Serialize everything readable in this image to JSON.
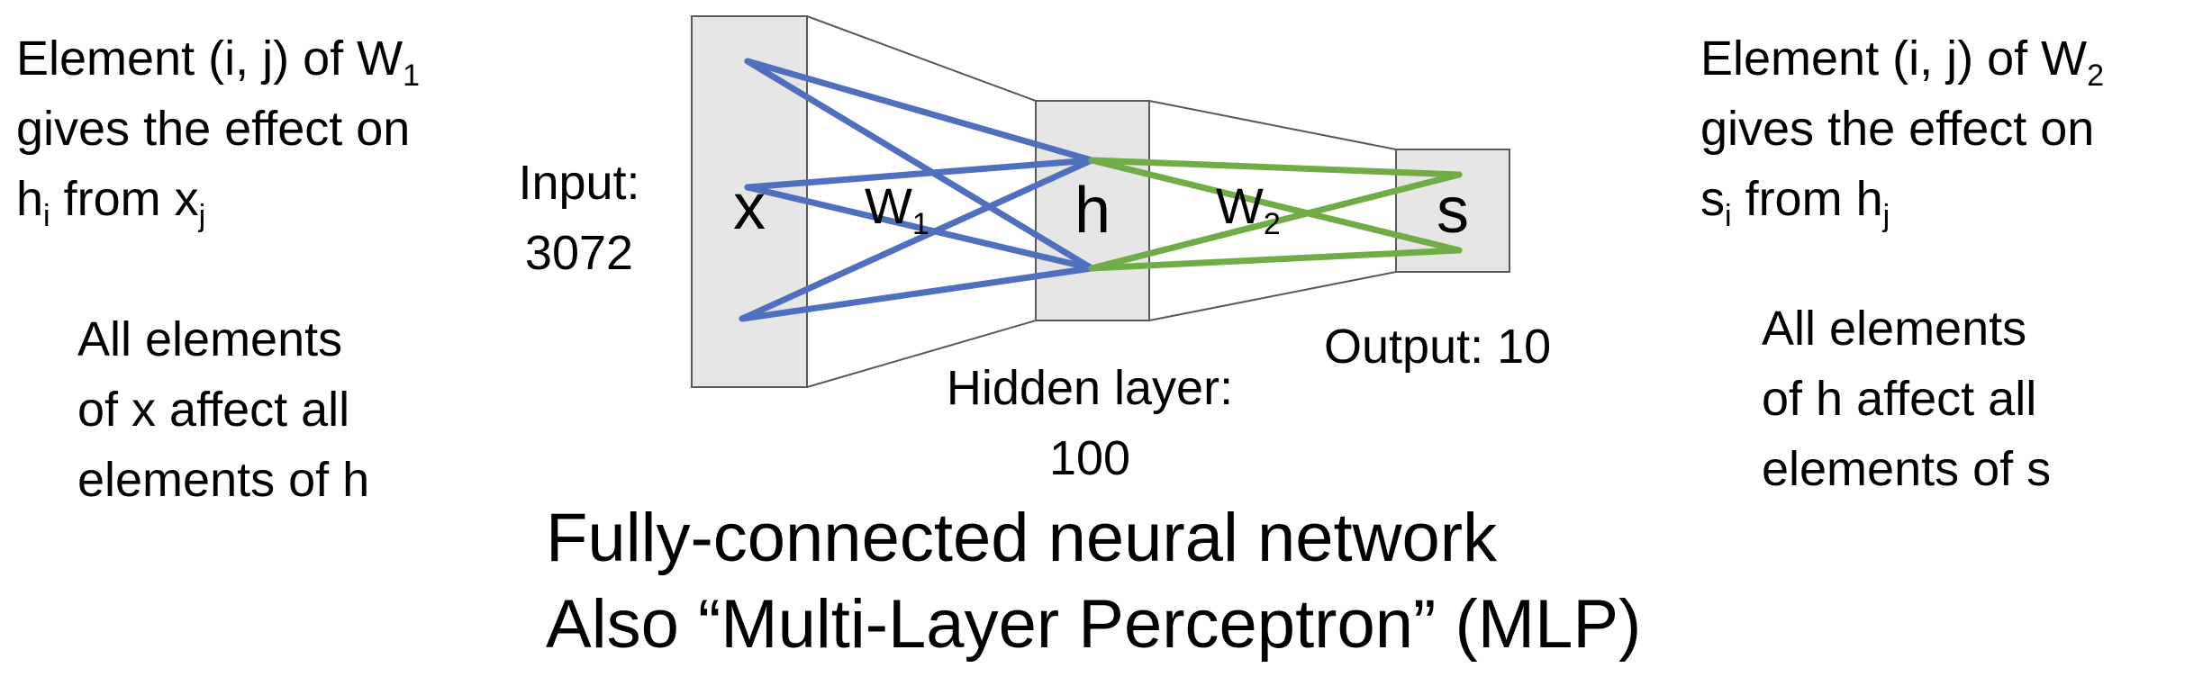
{
  "left_note": {
    "line1": "Element (i, j) of W",
    "line1_sub": "1",
    "line2": "gives the effect on",
    "line3_a": "h",
    "line3_a_sub": "i",
    "line3_b": " from x",
    "line3_b_sub": "j"
  },
  "left_note2": {
    "line1": "All elements",
    "line2": "of x affect all",
    "line3": "elements of h"
  },
  "right_note": {
    "line1": "Element (i, j) of W",
    "line1_sub": "2",
    "line2": "gives the effect on",
    "line3_a": "s",
    "line3_a_sub": "i",
    "line3_b": " from h",
    "line3_b_sub": "j"
  },
  "right_note2": {
    "line1": "All elements",
    "line2": "of h affect all",
    "line3": "elements of s"
  },
  "input_label": {
    "line1": "Input:",
    "line2": "3072"
  },
  "hidden_label": {
    "line1": "Hidden layer:",
    "line2": "100"
  },
  "output_label": "Output: 10",
  "nodes": {
    "x": "x",
    "h": "h",
    "s": "s"
  },
  "weights": {
    "w1": "W",
    "w1_sub": "1",
    "w2": "W",
    "w2_sub": "2"
  },
  "title": {
    "line1": "Fully-connected neural network",
    "line2": "Also “Multi-Layer Perceptron” (MLP)"
  },
  "colors": {
    "w1_edges": "#4f6fbf",
    "w2_edges": "#70ad47",
    "layer_fill": "#e7e6e6",
    "layer_stroke": "#595959"
  }
}
